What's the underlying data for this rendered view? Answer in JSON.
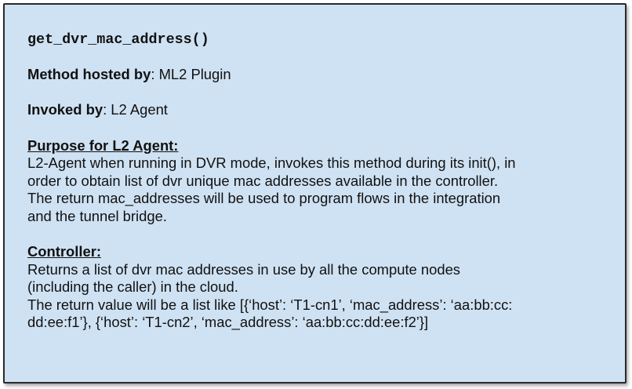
{
  "method": "get_dvr_mac_address()",
  "hosted": {
    "label": "Method hosted by",
    "value": ": ML2 Plugin"
  },
  "invoked": {
    "label": "Invoked by",
    "value": ": L2 Agent"
  },
  "purpose": {
    "heading": "Purpose for L2 Agent:",
    "lines": [
      "L2-Agent when running in DVR mode, invokes this method  during  its init(), in",
      "order to obtain list of dvr unique mac addresses available in the controller.",
      "The return mac_addresses will be used to program flows in the integration",
      "and the tunnel bridge."
    ]
  },
  "controller": {
    "heading": "Controller:",
    "lines": [
      "Returns a list of dvr mac addresses in use by all the compute nodes",
      "(including the caller) in the cloud.",
      "The return value will be a list like  [{‘host’: ‘T1-cn1’, ‘mac_address’: ‘aa:bb:cc:",
      "dd:ee:f1’}, {‘host’: ‘T1-cn2’, ‘mac_address’: ‘aa:bb:cc:dd:ee:f2’}]"
    ]
  },
  "colors": {
    "card_background": "#cfe2f3",
    "border": "#2b2b2b",
    "text": "#111111"
  }
}
